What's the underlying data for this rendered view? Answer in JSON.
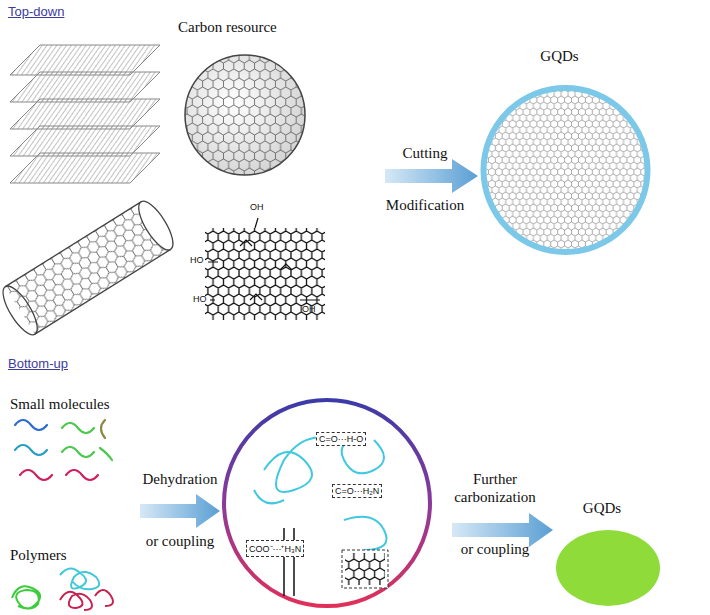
{
  "diagram": {
    "nodes": [
      {
        "text": [
          "GQDs"
        ]
      },
      {
        "text": [
          "GQDs"
        ]
      },
      {
        "text": [
          "C=O···H-O",
          "C=O···H₂N",
          "COO⁻···⁺H₃N"
        ]
      }
    ],
    "edges": [
      {
        "from": 2,
        "to": 1,
        "arrow": "to"
      }
    ],
    "labels": [
      "Top-down",
      "Carbon resource",
      "OH",
      "HO",
      "HO",
      "OH",
      "Cutting",
      "Modification",
      "Bottom-up",
      "Small molecules",
      "Dehydration",
      "or coupling",
      "Polymers",
      "Further carbonization",
      "or coupling"
    ]
  }
}
